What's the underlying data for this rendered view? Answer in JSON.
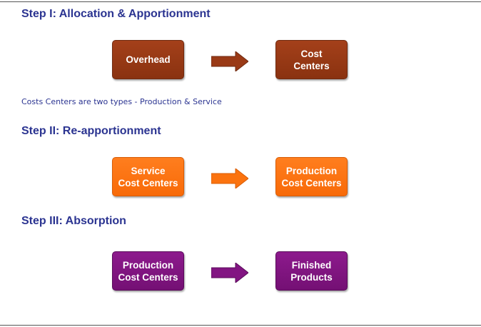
{
  "steps": [
    {
      "heading": "Step I: Allocation & Apportionment",
      "from": "Overhead",
      "to": "Cost\nCenters",
      "color": "#9a3a16"
    },
    {
      "heading": "Step II: Re-apportionment",
      "from": "Service\nCost Centers",
      "to": "Production\nCost Centers",
      "color": "#fb730f"
    },
    {
      "heading": "Step III: Absorption",
      "from": "Production\nCost Centers",
      "to": "Finished\nProducts",
      "color": "#821582"
    }
  ],
  "note": "Costs Centers are two types - Production & Service",
  "colors": {
    "heading": "#2b3491",
    "brown": "#9a3a16",
    "orange": "#fb730f",
    "purple": "#821582"
  },
  "icons": {
    "arrow": "right-arrow-icon"
  }
}
